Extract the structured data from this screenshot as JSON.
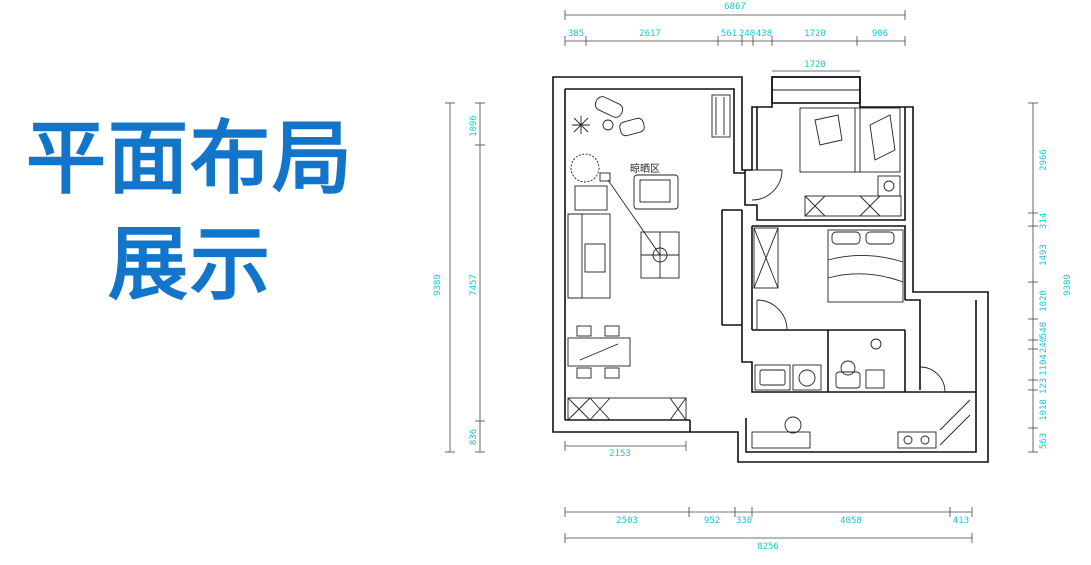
{
  "title": {
    "line1": "平面布局",
    "line2": "展示"
  },
  "plan": {
    "room_label": "晾晒区",
    "dimensions": {
      "top_total": "6867",
      "top_segments": [
        "385",
        "2617",
        "561",
        "240",
        "438",
        "1720",
        "906"
      ],
      "balcony_width": "1720",
      "left_total": "9389",
      "left_segments": [
        "1096",
        "7457",
        "836"
      ],
      "right_total": "9389",
      "right_segments": [
        "2966",
        "314",
        "1493",
        "1020",
        "548",
        "240",
        "1104",
        "123",
        "1018",
        "563"
      ],
      "bottom_inner": "2153",
      "bottom_segments": [
        "2503",
        "952",
        "330",
        "4058",
        "413"
      ],
      "bottom_total": "8256"
    }
  }
}
